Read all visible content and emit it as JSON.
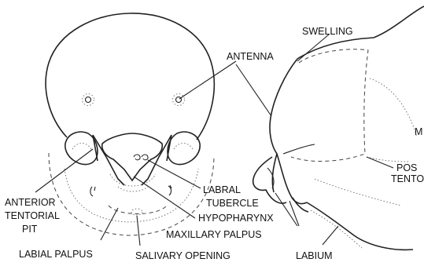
{
  "labels": {
    "swelling": "SWELLING",
    "antenna": "ANTENNA",
    "m_partial": "M",
    "pos_partial": "POS",
    "tento_partial": "TENTO",
    "anterior": "ANTERIOR",
    "tentorial": "TENTORIAL",
    "pit": "PIT",
    "labral": "LABRAL",
    "tubercle": "TUBERCLE",
    "hypopharynx": "HYPOPHARYNX",
    "maxillary_palpus": "MAXILLARY PALPUS",
    "labial_palpus": "LABIAL PALPUS",
    "salivary_opening": "SALIVARY OPENING",
    "labium": "LABIUM"
  }
}
